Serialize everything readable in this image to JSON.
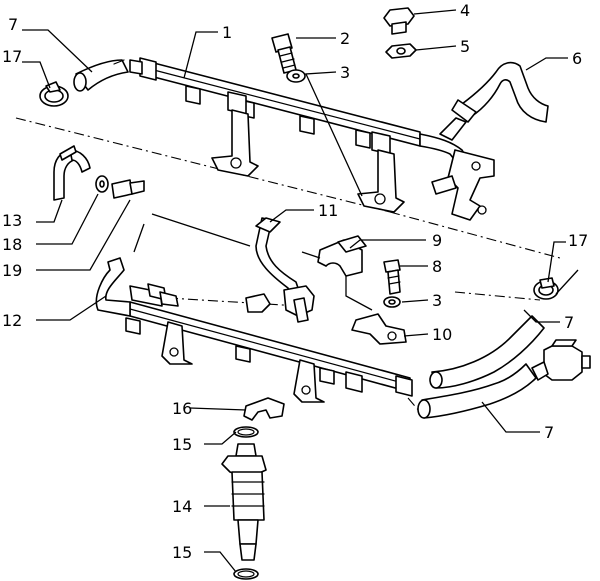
{
  "callouts": {
    "c1": "1",
    "c2": "2",
    "c3a": "3",
    "c3b": "3",
    "c4": "4",
    "c5": "5",
    "c6": "6",
    "c7a": "7",
    "c7b": "7",
    "c7c": "7",
    "c8": "8",
    "c9": "9",
    "c10": "10",
    "c11": "11",
    "c12": "12",
    "c13": "13",
    "c14": "14",
    "c15a": "15",
    "c15b": "15",
    "c16": "16",
    "c17a": "17",
    "c17b": "17",
    "c18": "18",
    "c19": "19"
  },
  "colors": {
    "line": "#000000",
    "background": "#ffffff"
  }
}
